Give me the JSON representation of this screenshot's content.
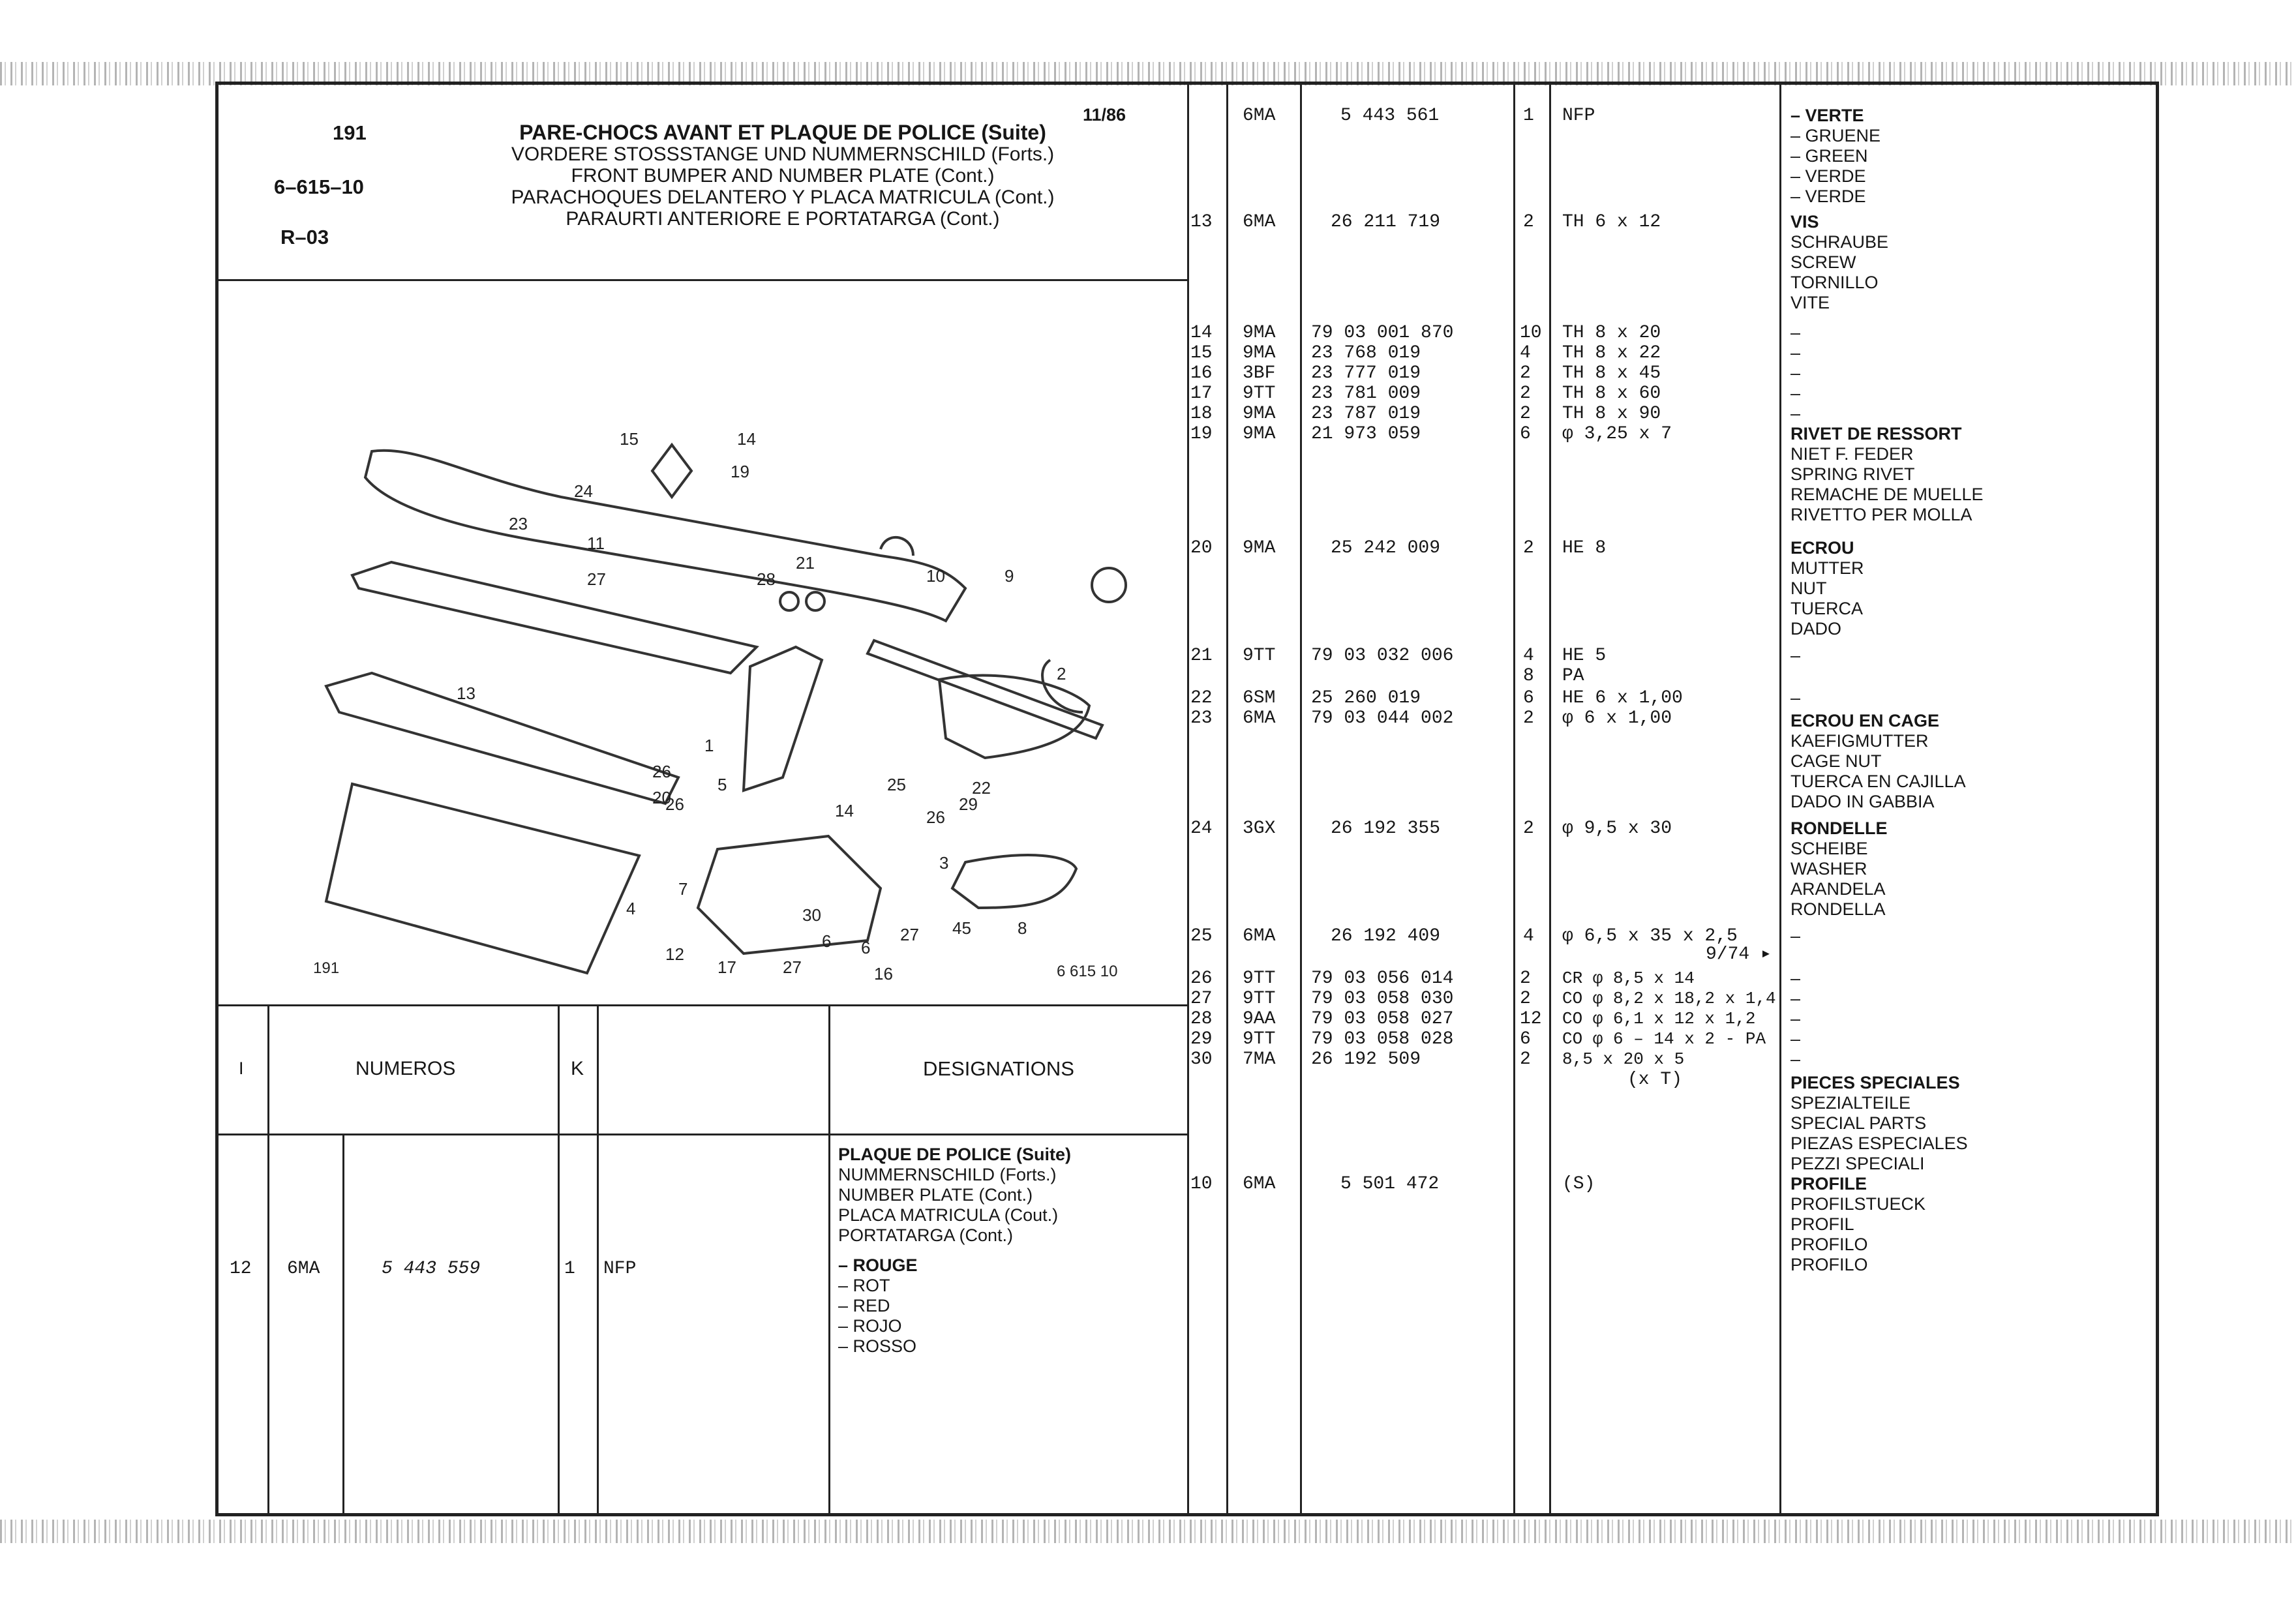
{
  "header": {
    "page_num": "191",
    "ref": "6–615–10",
    "rev": "R–03",
    "date": "11/86",
    "titles": [
      "PARE-CHOCS AVANT ET PLAQUE DE POLICE (Suite)",
      "VORDERE STOSSSTANGE UND NUMMERNSCHILD (Forts.)",
      "FRONT BUMPER AND NUMBER PLATE (Cont.)",
      "PARACHOQUES DELANTERO Y PLACA MATRICULA (Cont.)",
      "PARAURTI ANTERIORE E PORTATARGA (Cont.)"
    ]
  },
  "diagram": {
    "page_label": "191",
    "code": "6 615 10",
    "callouts": [
      "15",
      "14",
      "19",
      "24",
      "23",
      "11",
      "27",
      "21",
      "10",
      "9",
      "28",
      "2",
      "13",
      "1",
      "25",
      "29",
      "22",
      "26",
      "20",
      "5",
      "14",
      "30",
      "6",
      "4",
      "12",
      "17",
      "27",
      "6",
      "16",
      "27",
      "45",
      "8",
      "7",
      "3",
      "26",
      "26"
    ]
  },
  "left_table": {
    "headers": {
      "col1": "I",
      "numbers": "NUMEROS",
      "k": "K",
      "designations": "DESIGNATIONS"
    },
    "section": [
      "PLAQUE DE POLICE (Suite)",
      "NUMMERNSCHILD (Forts.)",
      "NUMBER PLATE (Cont.)",
      "PLACA MATRICULA (Cout.)",
      "PORTATARGA (Cont.)"
    ],
    "row": {
      "item": "12",
      "code": "6MA",
      "number": "5 443 559",
      "qty": "1",
      "spec": "NFP"
    },
    "colors": [
      "– ROUGE",
      "– ROT",
      "– RED",
      "– ROJO",
      "– ROSSO"
    ]
  },
  "right_table": {
    "top": {
      "code": "6MA",
      "number": "5 443 561",
      "qty": "1",
      "spec": "NFP",
      "desc": [
        "– VERTE",
        "– GRUENE",
        "– GREEN",
        "– VERDE",
        "– VERDE"
      ]
    },
    "r13": {
      "item": "13",
      "code": "6MA",
      "number": "26 211 719",
      "qty": "2",
      "spec": "TH 6 x 12",
      "desc": [
        "VIS",
        "SCHRAUBE",
        "SCREW",
        "TORNILLO",
        "VITE"
      ]
    },
    "block1": {
      "items": [
        "14",
        "15",
        "16",
        "17",
        "18",
        "19"
      ],
      "codes": [
        "9MA",
        "9MA",
        "3BF",
        "9TT",
        "9MA",
        "9MA"
      ],
      "numbers": [
        "79 03 001 870",
        "23 768 019",
        "23 777 019",
        "23 781 009",
        "23 787 019",
        "21 973 059"
      ],
      "qtys": [
        "10",
        "4",
        "2",
        "2",
        "2",
        "6"
      ],
      "specs": [
        "TH 8 x 20",
        "TH 8 x 22",
        "TH 8 x 45",
        "TH 8 x 60",
        "TH 8 x 90",
        "φ 3,25 x 7"
      ],
      "dashes": [
        "–",
        "–",
        "–",
        "–",
        "–"
      ]
    },
    "r19desc": [
      "RIVET DE RESSORT",
      "NIET F. FEDER",
      "SPRING RIVET",
      "REMACHE DE MUELLE",
      "RIVETTO PER MOLLA"
    ],
    "r20": {
      "item": "20",
      "code": "9MA",
      "number": "25 242 009",
      "qty": "2",
      "spec": "HE 8",
      "desc": [
        "ECROU",
        "MUTTER",
        "NUT",
        "TUERCA",
        "DADO"
      ]
    },
    "r21": {
      "item": "21",
      "code": "9TT",
      "number": "79 03 032 006",
      "qtys": [
        "4",
        "8"
      ],
      "specs": [
        "HE 5",
        "PA"
      ],
      "dash": "–"
    },
    "block2": {
      "items": [
        "22",
        "23"
      ],
      "codes": [
        "6SM",
        "6MA"
      ],
      "numbers": [
        "25 260 019",
        "79 03 044 002"
      ],
      "qtys": [
        "6",
        "2"
      ],
      "specs": [
        "HE 6 x 1,00",
        "φ 6 x 1,00"
      ],
      "dash": "–"
    },
    "r23desc": [
      "ECROU EN CAGE",
      "KAEFIGMUTTER",
      "CAGE NUT",
      "TUERCA EN CAJILLA",
      "DADO IN GABBIA"
    ],
    "r24": {
      "item": "24",
      "code": "3GX",
      "number": "26 192 355",
      "qty": "2",
      "spec": "φ 9,5 x 30",
      "desc": [
        "RONDELLE",
        "SCHEIBE",
        "WASHER",
        "ARANDELA",
        "RONDELLA"
      ]
    },
    "r25": {
      "item": "25",
      "code": "6MA",
      "number": "26 192 409",
      "qty": "4",
      "spec": "φ 6,5 x 35 x 2,5",
      "note": "9/74 ▸",
      "dash": "–"
    },
    "block3": {
      "items": [
        "26",
        "27",
        "28",
        "29",
        "30"
      ],
      "codes": [
        "9TT",
        "9TT",
        "9AA",
        "9TT",
        "7MA"
      ],
      "numbers": [
        "79 03 056 014",
        "79 03 058 030",
        "79 03 058 027",
        "79 03 058 028",
        "26 192 509"
      ],
      "qtys": [
        "2",
        "2",
        "12",
        "6",
        "2"
      ],
      "specs": [
        "CR φ 8,5 x 14",
        "CO φ 8,2 x 18,2 x 1,4",
        "CO φ 6,1 x 12 x 1,2",
        "CO φ 6 – 14 x 2 - PA",
        "8,5 x 20 x 5"
      ],
      "extra": "(x T)",
      "dashes": [
        "–",
        "–",
        "–",
        "–",
        "–"
      ]
    },
    "special": [
      "PIECES SPECIALES",
      "SPEZIALTEILE",
      "SPECIAL PARTS",
      "PIEZAS ESPECIALES",
      "PEZZI SPECIALI"
    ],
    "r10": {
      "item": "10",
      "code": "6MA",
      "number": "5 501 472",
      "spec": "(S)",
      "desc": [
        "PROFILE",
        "PROFILSTUECK",
        "PROFIL",
        "PROFILO",
        "PROFILO"
      ]
    }
  }
}
